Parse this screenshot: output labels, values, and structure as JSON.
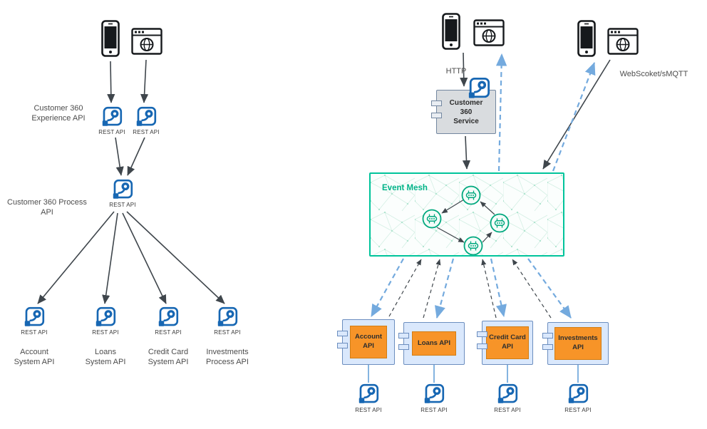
{
  "page": {
    "background": "#ffffff"
  },
  "labels": {
    "rest_api": "REST API"
  },
  "left": {
    "experience_api": "Customer 360\nExperience API",
    "process_api": "Customer 360 Process\nAPI",
    "systems": [
      "Account\nSystem API",
      "Loans\nSystem API",
      "Credit Card\nSystem API",
      "Investments\nProcess API"
    ]
  },
  "right": {
    "http": "HTTP",
    "websocket": "WebScoket/sMQTT",
    "service": "Customer\n360\nService",
    "event_mesh": "Event Mesh",
    "apis": [
      "Account\nAPI",
      "Loans API",
      "Credit Card\nAPI",
      "Investments\nAPI"
    ]
  },
  "colors": {
    "api_icon_blue": "#1767b3",
    "component_fill": "#dae8fc",
    "component_border": "#6c8ebf",
    "service_fill": "#d9dcdf",
    "orange_fill": "#f79428",
    "mesh_green": "#00b388",
    "arrow_dark": "#3f464c",
    "arrow_blue_dashed": "#74aade",
    "connector_blue": "#5b9bd5"
  },
  "icons": {
    "phone": "smartphone-icon",
    "browser": "web-browser-icon",
    "rest_api": "rest-api-icon",
    "event_broker": "event-broker-icon"
  }
}
